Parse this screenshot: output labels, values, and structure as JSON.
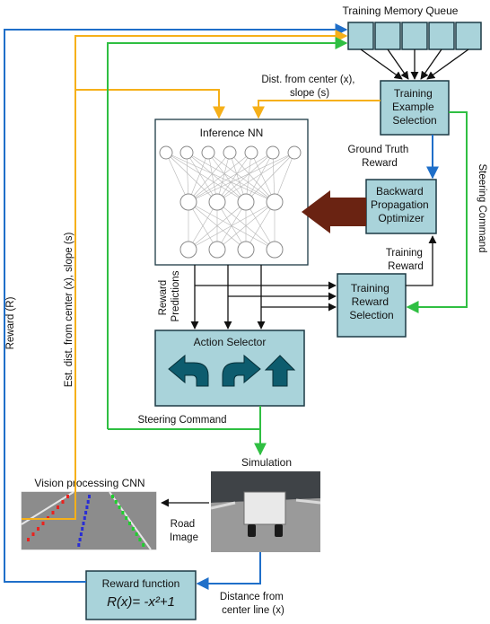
{
  "colors": {
    "box_fill": "#a9d3da",
    "box_stroke": "#1c3a45",
    "blue": "#1f6fc9",
    "orange": "#f6b019",
    "green": "#2fbf42",
    "dark": "#111111",
    "big_arrow": "#6a2312",
    "action_arrow": "#0d5c6e"
  },
  "labels": {
    "training_memory_queue": "Training Memory Queue",
    "training_example_selection": [
      "Training",
      "Example",
      "Selection"
    ],
    "dist_center_slope": [
      "Dist. from center (x),",
      "slope (s)"
    ],
    "inference_nn": "Inference NN",
    "ground_truth_reward": [
      "Ground Truth",
      "Reward"
    ],
    "backward_propagation": [
      "Backward",
      "Propagation",
      "Optimizer"
    ],
    "steering_command_vertical": "Steering Command",
    "training_reward": [
      "Training",
      "Reward"
    ],
    "training_reward_selection": [
      "Training",
      "Reward",
      "Selection"
    ],
    "reward_predictions": [
      "Reward",
      "Predictions"
    ],
    "action_selector": "Action Selector",
    "steering_command": "Steering Command",
    "simulation": "Simulation",
    "vision_processing_cnn": "Vision processing CNN",
    "road_image": [
      "Road",
      "Image"
    ],
    "reward_r": "Reward (R)",
    "est_dist": "Est. dist. from center (x), slope (s)",
    "reward_function_title": "Reward function",
    "reward_function_formula": "R(x)= -x²+1",
    "distance_center_line": [
      "Distance from",
      "center line (x)"
    ]
  },
  "icons": [
    "turn-left-arrow-icon",
    "turn-right-arrow-icon",
    "straight-arrow-icon"
  ]
}
